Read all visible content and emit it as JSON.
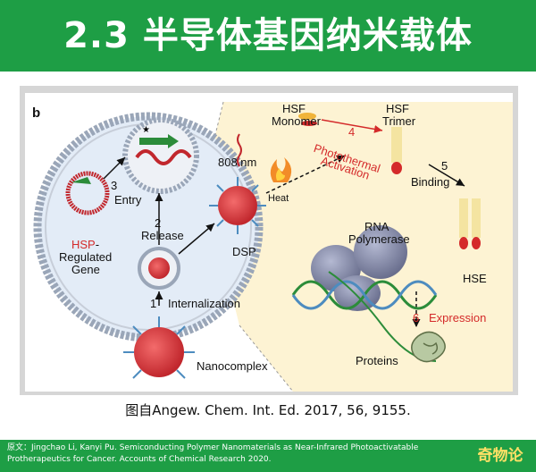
{
  "header": {
    "title": "2.3 半导体基因纳米载体"
  },
  "figure": {
    "panel_letter": "b",
    "labels": {
      "hsf_monomer_1": "HSF",
      "hsf_monomer_2": "Monomer",
      "hsf_trimer_1": "HSF",
      "hsf_trimer_2": "Trimer",
      "step4": "4",
      "photothermal_1": "Photothermal",
      "photothermal_2": "Activation",
      "step5": "5",
      "binding": "Binding",
      "wavelength": "808 nm",
      "heat": "Heat",
      "step3": "3",
      "entry": "Entry",
      "hsp": "HSP",
      "hsp_dash": "-",
      "regulated": "Regulated",
      "gene": "Gene",
      "step2": "2",
      "release": "Release",
      "dsp": "DSP",
      "rna_1": "RNA",
      "rna_2": "Polymerase",
      "hse": "HSE",
      "step1": "1",
      "internalization": "Internalization",
      "step6": "6",
      "expression": "Expression",
      "proteins": "Proteins",
      "nanocomplex": "Nanocomplex"
    }
  },
  "caption": "图自Angew. Chem. Int. Ed. 2017, 56, 9155.",
  "footer": {
    "line1": "原文：Jingchao Li, Kanyi Pu. Semiconducting Polymer Nanomaterials as Near-Infrared Photoactivatable",
    "line2": "Protherapeutics for Cancer. Accounts of Chemical Research 2020.",
    "logo": "奇物论"
  },
  "colors": {
    "brand_green": "#1e9e45",
    "accent_red": "#d42a2a"
  }
}
